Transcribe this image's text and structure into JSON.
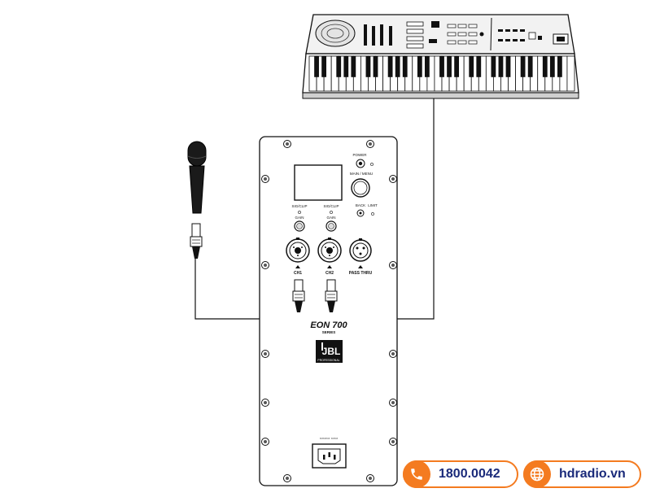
{
  "panel": {
    "power": "POWER",
    "main_menu": "MAIN / MENU",
    "back": "BACK",
    "limit": "LIMIT",
    "sig_clip_1": "SIG/CLIP",
    "sig_clip_2": "SIG/CLIP",
    "gain_1": "GAIN",
    "gain_2": "GAIN",
    "ch1": "CH1",
    "ch2": "CH2",
    "pass_thru": "PASS THRU",
    "series_name": "EON 700",
    "series_sub": "SERIES",
    "logo": "JBL",
    "logo_sub": "PROFESSIONAL"
  },
  "contact": {
    "phone": "1800.0042",
    "website": "hdradio.vn"
  },
  "colors": {
    "accent": "#f47b20",
    "text": "#1a2a7a"
  }
}
